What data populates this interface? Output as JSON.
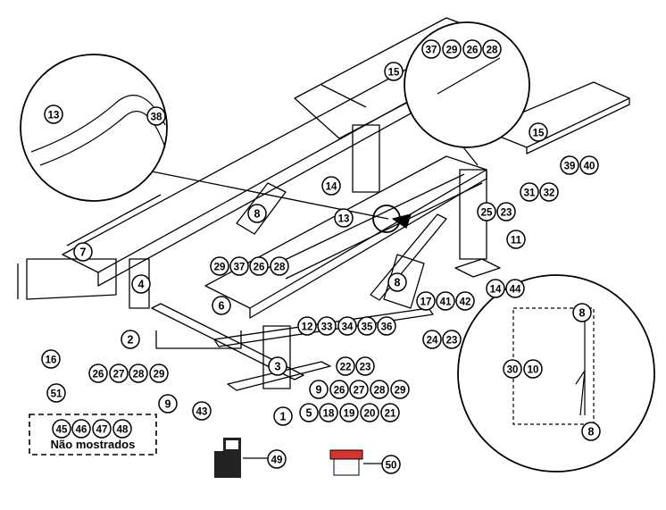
{
  "callouts": [
    {
      "id": "c13a",
      "label": "13"
    },
    {
      "id": "c38",
      "label": "38"
    },
    {
      "id": "c15a",
      "label": "15"
    },
    {
      "id": "c15b",
      "label": "15"
    },
    {
      "id": "c37a",
      "label": "37"
    },
    {
      "id": "c29a",
      "label": "29"
    },
    {
      "id": "c26a",
      "label": "26"
    },
    {
      "id": "c28a",
      "label": "28"
    },
    {
      "id": "c39",
      "label": "39"
    },
    {
      "id": "c40",
      "label": "40"
    },
    {
      "id": "c31",
      "label": "31"
    },
    {
      "id": "c32",
      "label": "32"
    },
    {
      "id": "c25",
      "label": "25"
    },
    {
      "id": "c23a",
      "label": "23"
    },
    {
      "id": "c11",
      "label": "11"
    },
    {
      "id": "c14a",
      "label": "14"
    },
    {
      "id": "c13b",
      "label": "13"
    },
    {
      "id": "c8a",
      "label": "8"
    },
    {
      "id": "c7",
      "label": "7"
    },
    {
      "id": "c4",
      "label": "4"
    },
    {
      "id": "c29b",
      "label": "29"
    },
    {
      "id": "c37b",
      "label": "37"
    },
    {
      "id": "c26b",
      "label": "26"
    },
    {
      "id": "c28b",
      "label": "28"
    },
    {
      "id": "c8b",
      "label": "8"
    },
    {
      "id": "c17",
      "label": "17"
    },
    {
      "id": "c41",
      "label": "41"
    },
    {
      "id": "c42",
      "label": "42"
    },
    {
      "id": "c14b",
      "label": "14"
    },
    {
      "id": "c44",
      "label": "44"
    },
    {
      "id": "c6",
      "label": "6"
    },
    {
      "id": "c2",
      "label": "2"
    },
    {
      "id": "c16",
      "label": "16"
    },
    {
      "id": "c12",
      "label": "12"
    },
    {
      "id": "c33",
      "label": "33"
    },
    {
      "id": "c34",
      "label": "34"
    },
    {
      "id": "c35",
      "label": "35"
    },
    {
      "id": "c36",
      "label": "36"
    },
    {
      "id": "c24",
      "label": "24"
    },
    {
      "id": "c23b",
      "label": "23"
    },
    {
      "id": "c26c",
      "label": "26"
    },
    {
      "id": "c27a",
      "label": "27"
    },
    {
      "id": "c28c",
      "label": "28"
    },
    {
      "id": "c29c",
      "label": "29"
    },
    {
      "id": "c22",
      "label": "22"
    },
    {
      "id": "c23c",
      "label": "23"
    },
    {
      "id": "c51",
      "label": "51"
    },
    {
      "id": "c3",
      "label": "3"
    },
    {
      "id": "c9a",
      "label": "9"
    },
    {
      "id": "c9b",
      "label": "9"
    },
    {
      "id": "c26d",
      "label": "26"
    },
    {
      "id": "c27b",
      "label": "27"
    },
    {
      "id": "c28d",
      "label": "28"
    },
    {
      "id": "c29d",
      "label": "29"
    },
    {
      "id": "c43",
      "label": "43"
    },
    {
      "id": "c1",
      "label": "1"
    },
    {
      "id": "c5",
      "label": "5"
    },
    {
      "id": "c18",
      "label": "18"
    },
    {
      "id": "c19",
      "label": "19"
    },
    {
      "id": "c20",
      "label": "20"
    },
    {
      "id": "c21",
      "label": "21"
    },
    {
      "id": "c8c",
      "label": "8"
    },
    {
      "id": "c30",
      "label": "30"
    },
    {
      "id": "c10",
      "label": "10"
    },
    {
      "id": "c8d",
      "label": "8"
    },
    {
      "id": "c45",
      "label": "45"
    },
    {
      "id": "c46",
      "label": "46"
    },
    {
      "id": "c47",
      "label": "47"
    },
    {
      "id": "c48",
      "label": "48"
    },
    {
      "id": "c49",
      "label": "49"
    },
    {
      "id": "c50",
      "label": "50"
    }
  ],
  "not_shown_label": "Não mostrados",
  "colors": {
    "line": "#000000",
    "accent": "#d9342b",
    "fill": "#ffffff",
    "dark": "#222222"
  }
}
